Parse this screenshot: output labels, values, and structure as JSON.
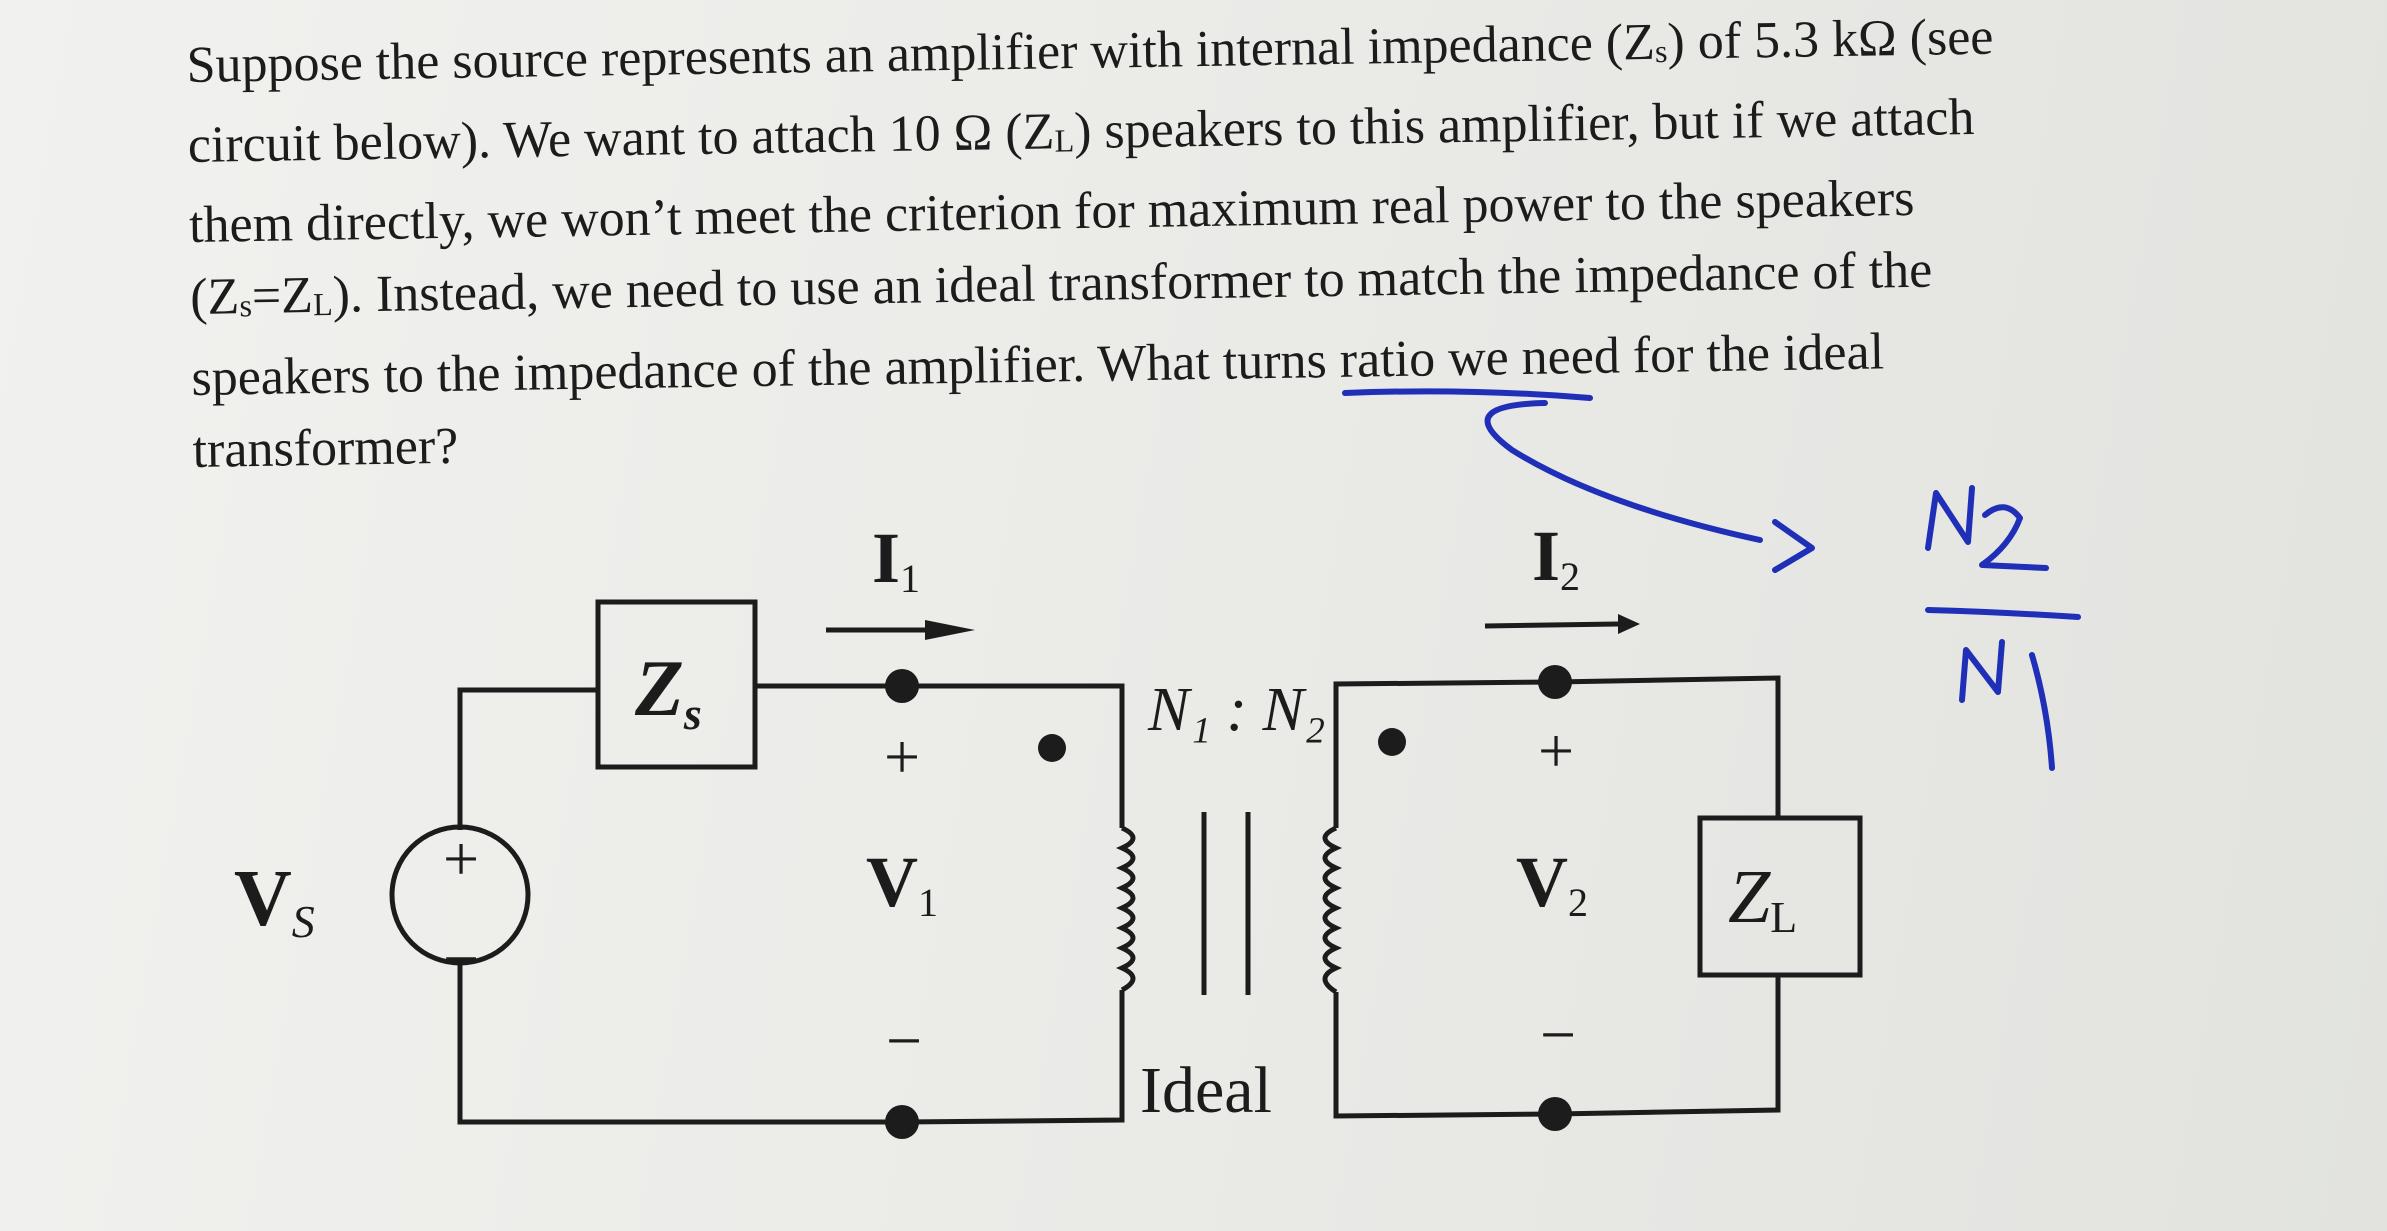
{
  "problem": {
    "line1": {
      "a": "Suppose the source represents an amplifier with internal impedance (Z",
      "a_sub": "s",
      "b": ") of 5.3 kΩ (see"
    },
    "line2": {
      "a": "circuit below). We want to attach 10 Ω (Z",
      "a_sub": "L",
      "b": ") speakers to this amplifier, but if we attach"
    },
    "line3": "them directly, we won’t meet the criterion for maximum real power to the speakers",
    "line4": {
      "a": "(Z",
      "a_sub": "s",
      "b": "=Z",
      "b_sub": "L",
      "c": "). Instead, we need to use an ideal transformer to match the impedance of the"
    },
    "line5": "speakers to the impedance of the amplifier. What turns ratio we need for the ideal",
    "line6": "transformer?"
  },
  "circuit": {
    "source_label": "V",
    "source_label_sub": "S",
    "source_plus": "+",
    "source_minus": "−",
    "zs_label": "Z",
    "zs_sub": "s",
    "i1_label": "I",
    "i1_sub": "1",
    "v1_plus": "+",
    "v1_label": "V",
    "v1_sub": "1",
    "v1_minus": "−",
    "turns_ratio": "N₁ : N₂",
    "ideal_label": "Ideal",
    "i2_label": "I",
    "i2_sub": "2",
    "v2_plus": "+",
    "v2_label": "V",
    "v2_sub": "2",
    "v2_minus": "−",
    "zl_label": "Z",
    "zl_sub": "L"
  },
  "annotation": {
    "numerator": "N2",
    "denominator": "N1",
    "ink_color": "#1f2fb8"
  }
}
